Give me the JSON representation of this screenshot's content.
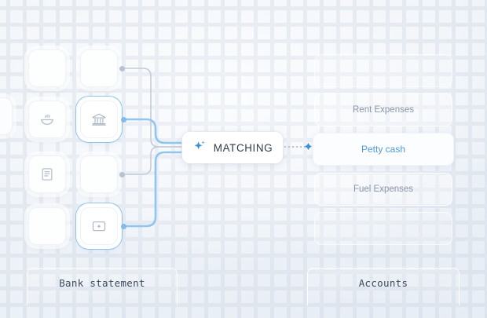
{
  "diagram": {
    "title": "matching-flow",
    "center_node": {
      "label": "MATCHING",
      "icon": "sparkle-icon"
    }
  },
  "colors": {
    "accent_blue": "#4d9ade",
    "connector_blue": "#7fbceb",
    "connector_gray": "#b9c2cf",
    "diamond_blue": "#3b8fd4",
    "text_muted": "#8b96a6",
    "text_dark": "#2e3a4a",
    "background_start": "#f4f7fa",
    "background_end": "#e7edf5"
  },
  "left_panel": {
    "group_label": "Bank statement",
    "cards": [
      {
        "name": "statement-card-1",
        "icon": "none",
        "selected": false,
        "column": 1,
        "row": 1
      },
      {
        "name": "statement-card-2",
        "icon": "none",
        "selected": false,
        "column": 2,
        "row": 1,
        "connector": "gray"
      },
      {
        "name": "statement-card-3",
        "icon": "bowl-icon",
        "selected": false,
        "column": 1,
        "row": 2
      },
      {
        "name": "statement-card-4",
        "icon": "bank-icon",
        "selected": true,
        "column": 2,
        "row": 2,
        "connector": "blue"
      },
      {
        "name": "statement-card-5",
        "icon": "document-icon",
        "selected": false,
        "column": 1,
        "row": 3
      },
      {
        "name": "statement-card-6",
        "icon": "none",
        "selected": false,
        "column": 2,
        "row": 3,
        "connector": "gray"
      },
      {
        "name": "statement-card-7",
        "icon": "none",
        "selected": false,
        "column": 1,
        "row": 4
      },
      {
        "name": "statement-card-8",
        "icon": "add-card-icon",
        "selected": true,
        "column": 2,
        "row": 4,
        "connector": "blue"
      }
    ]
  },
  "right_panel": {
    "group_label": "Accounts",
    "items": [
      {
        "label": "",
        "selected": false,
        "ghost": true
      },
      {
        "label": "Rent Expenses",
        "selected": false,
        "ghost": false
      },
      {
        "label": "Petty cash",
        "selected": true,
        "ghost": false
      },
      {
        "label": "Fuel Expenses",
        "selected": false,
        "ghost": false
      },
      {
        "label": "",
        "selected": false,
        "ghost": true
      }
    ]
  }
}
